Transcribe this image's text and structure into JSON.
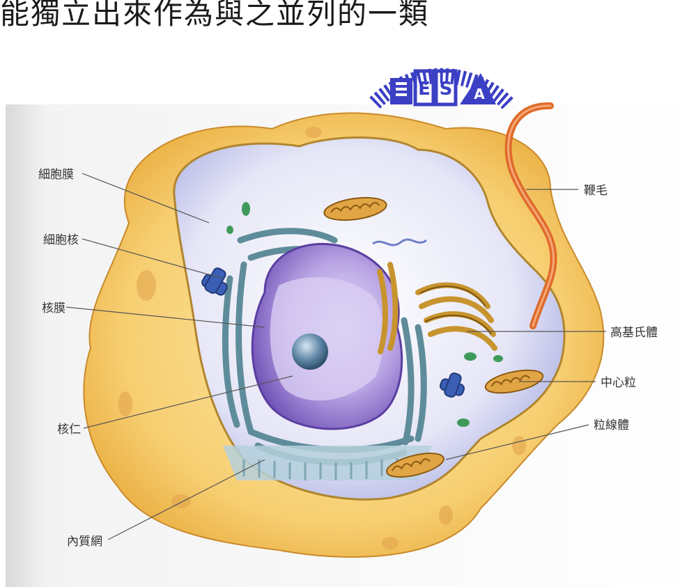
{
  "heading": "能獨立出來作為與之並列的一類",
  "logo": {
    "letters": [
      "E",
      "S",
      "A"
    ]
  },
  "labels": {
    "cell_membrane": "細胞膜",
    "nucleus": "細胞核",
    "nuclear_envelope": "核膜",
    "nucleolus": "核仁",
    "endoplasmic_reticulum": "內質網",
    "flagellum": "鞭毛",
    "golgi": "高基氏體",
    "centriole": "中心粒",
    "mitochondrion": "粒線體"
  },
  "colors": {
    "cell_wall": "#f4c25a",
    "cytoplasm": "#d9dcf4",
    "nucleus": "#a98fd6",
    "er": "#6f9aa8",
    "golgi": "#c8942e",
    "flagellum": "#e06a2a",
    "logo": "#3b3fc4"
  }
}
